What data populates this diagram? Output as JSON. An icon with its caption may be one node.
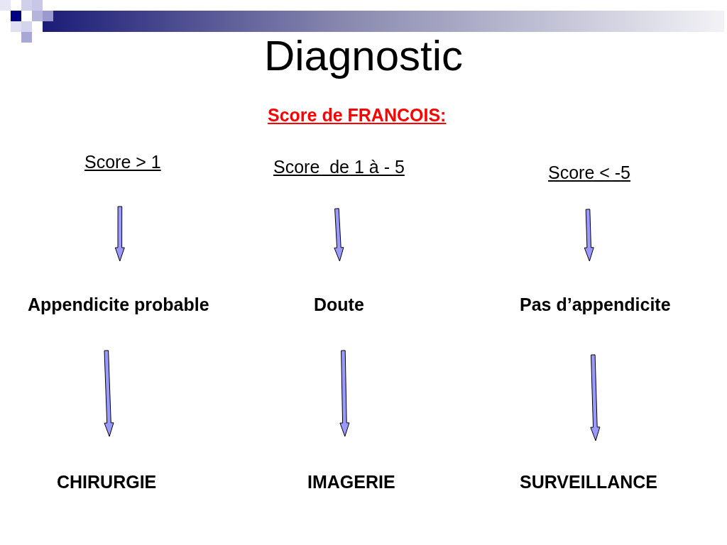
{
  "diagram": {
    "title": "Diagnostic",
    "nodes": [
      {
        "text": [
          "Score > 1"
        ]
      },
      {
        "text": [
          "Score  de 1 à - 5"
        ]
      },
      {
        "text": [
          "Score < -5"
        ]
      },
      {
        "text": [
          "Appendicite probable"
        ]
      },
      {
        "text": [
          "Doute"
        ]
      },
      {
        "text": [
          "Pas d’appendicite"
        ]
      },
      {
        "text": [
          "CHIRURGIE"
        ]
      },
      {
        "text": [
          "IMAGERIE"
        ]
      },
      {
        "text": [
          "SURVEILLANCE"
        ]
      }
    ],
    "edges": [
      {
        "from": 0,
        "to": 3,
        "arrow": "to"
      },
      {
        "from": 1,
        "to": 4,
        "arrow": "to"
      },
      {
        "from": 2,
        "to": 5,
        "arrow": "to"
      },
      {
        "from": 3,
        "to": 6,
        "arrow": "to"
      },
      {
        "from": 4,
        "to": 7,
        "arrow": "to"
      },
      {
        "from": 5,
        "to": 8,
        "arrow": "to"
      }
    ],
    "labels": [
      "Score de FRANCOIS:"
    ]
  }
}
